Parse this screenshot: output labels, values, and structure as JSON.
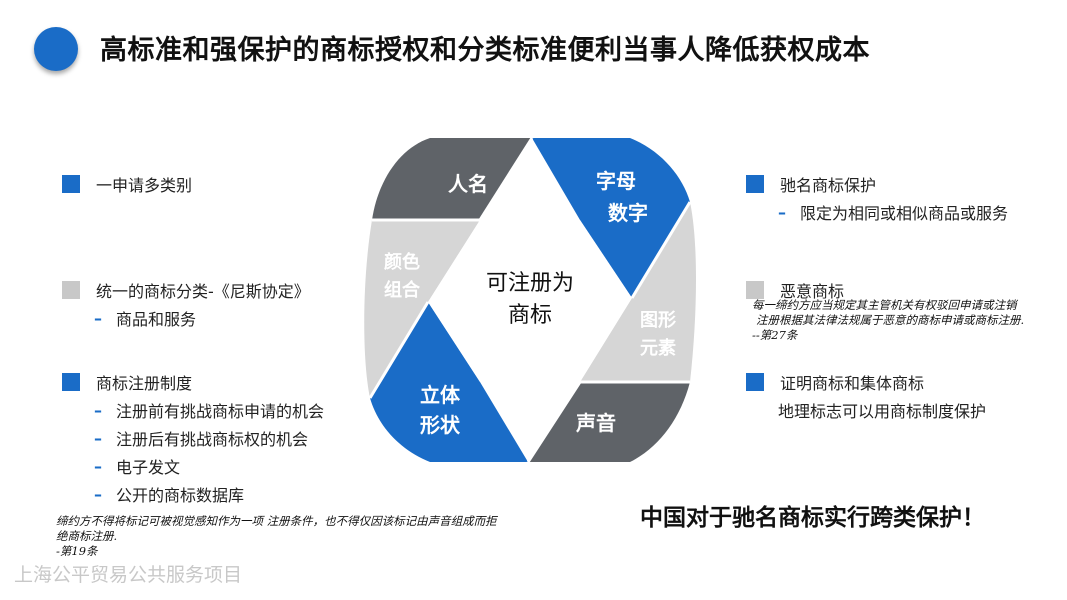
{
  "title": "高标准和强保护的商标授权和分类标准便利当事人降低获权成本",
  "left": {
    "item1": "一申请多类别",
    "item2": "统一的商标分类-《尼斯协定》",
    "item2_sub": "商品和服务",
    "item3": "商标注册制度",
    "item3_subs": [
      "注册前有挑战商标申请的机会",
      "注册后有挑战商标权的机会",
      "电子发文",
      "公开的商标数据库"
    ],
    "note_line1": "缔约方不得将标记可被视觉感知作为一项 注册条件，也不得仅因该标记由声音组成而拒",
    "note_line2": "绝商标注册.",
    "note_line3": "-第19条"
  },
  "right": {
    "item1": "驰名商标保护",
    "item1_sub": "限定为相同或相似商品或服务",
    "item2": "恶意商标",
    "note_line1": "每一缔约方应当规定其主管机关有权驳回申请或注销",
    "note_line2": "注册根据其法律法规属于恶意的商标申请或商标注册.",
    "note_line3": "--第27条",
    "item3": "证明商标和集体商标",
    "item3_sub": "地理标志可以用商标制度保护"
  },
  "diagram": {
    "center_line1": "可注册为",
    "center_line2": "商标",
    "seg_top": "人名",
    "seg_topright_1": "字母",
    "seg_topright_2": "数字",
    "seg_right_1": "图形",
    "seg_right_2": "元素",
    "seg_bottom": "声音",
    "seg_bottomleft_1": "立体",
    "seg_bottomleft_2": "形状",
    "seg_left_1": "颜色",
    "seg_left_2": "组合"
  },
  "slogan": "中国对于驰名商标实行跨类保护！",
  "footer": "上海公平贸易公共服务项目",
  "colors": {
    "blue": "#1a6cc7",
    "dark_gray": "#5f6368",
    "light_gray": "#d6d6d6"
  }
}
